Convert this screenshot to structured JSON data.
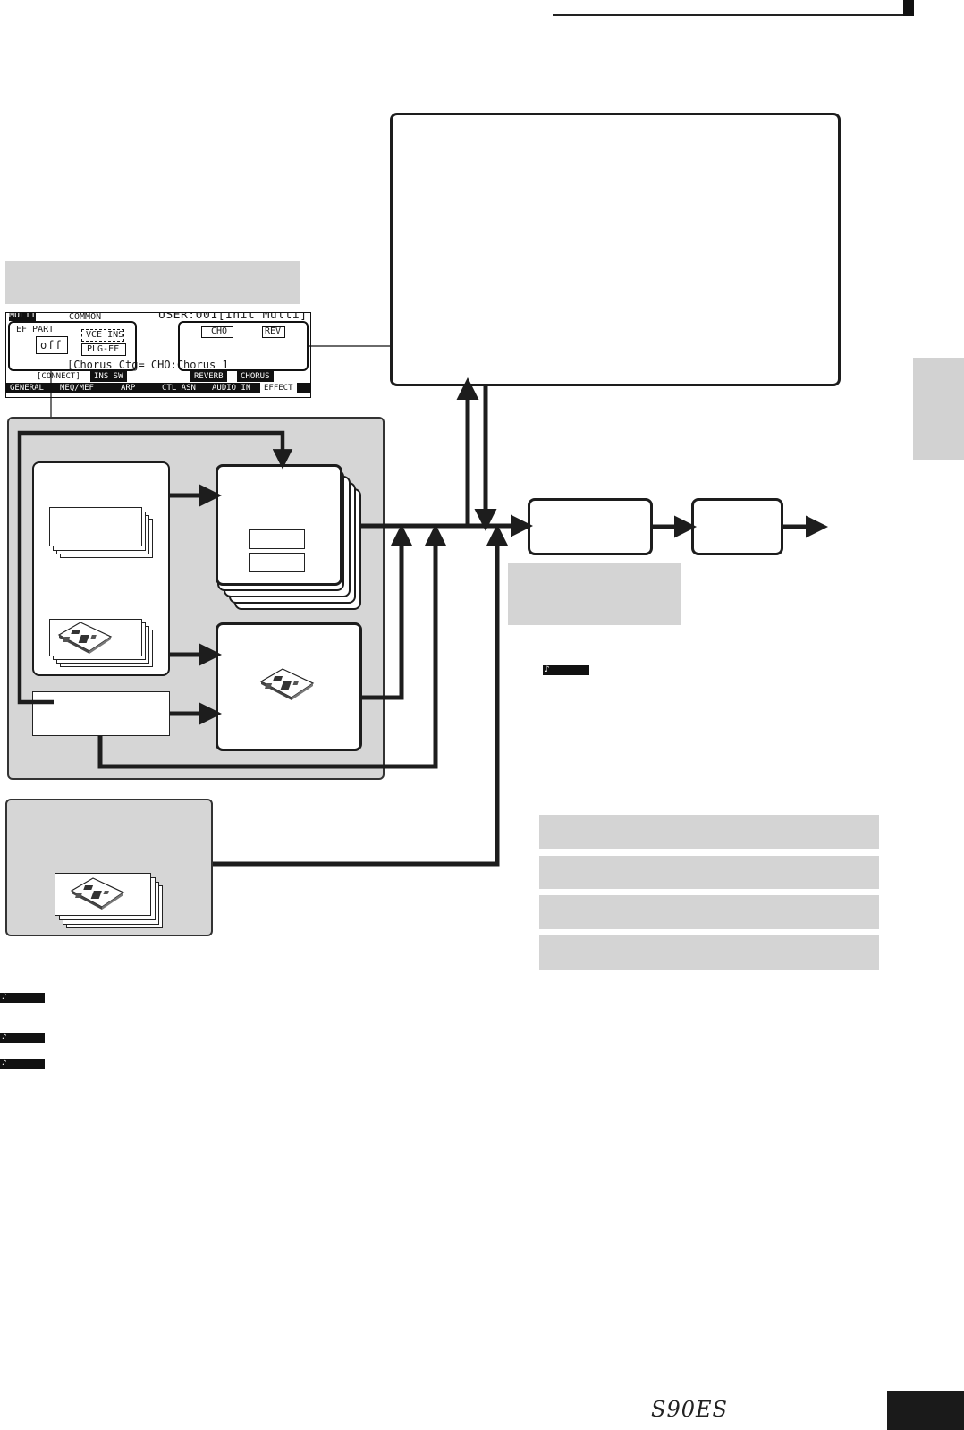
{
  "lcd": {
    "mode": "MULTI",
    "section": "COMMON",
    "program": "USER:001[Init Multi]",
    "ef_part_label": "EF PART",
    "ef_part_value": "off",
    "vce_ins": "VCE INS",
    "plg_ef": "PLG-EF",
    "cho": "CHO",
    "rev": "REV",
    "param_line": "[Chorus Ctg=  CHO:Chorus 1",
    "softkeys": [
      "[CONNECT]",
      "INS SW",
      "REVERB",
      "CHORUS"
    ],
    "tabs": [
      "GENERAL",
      "MEQ/MEF",
      "ARP",
      "CTL ASN",
      "AUDIO IN",
      "EFFECT"
    ]
  },
  "notes": {
    "note_icon": "music-note-icon",
    "bottom_notes": [
      "",
      "",
      ""
    ],
    "right_note": ""
  },
  "footer": {
    "logo": "S90ES",
    "page_number": ""
  },
  "colors": {
    "line": "#1d1d1d",
    "grey_panel": "#d4d4d4"
  }
}
